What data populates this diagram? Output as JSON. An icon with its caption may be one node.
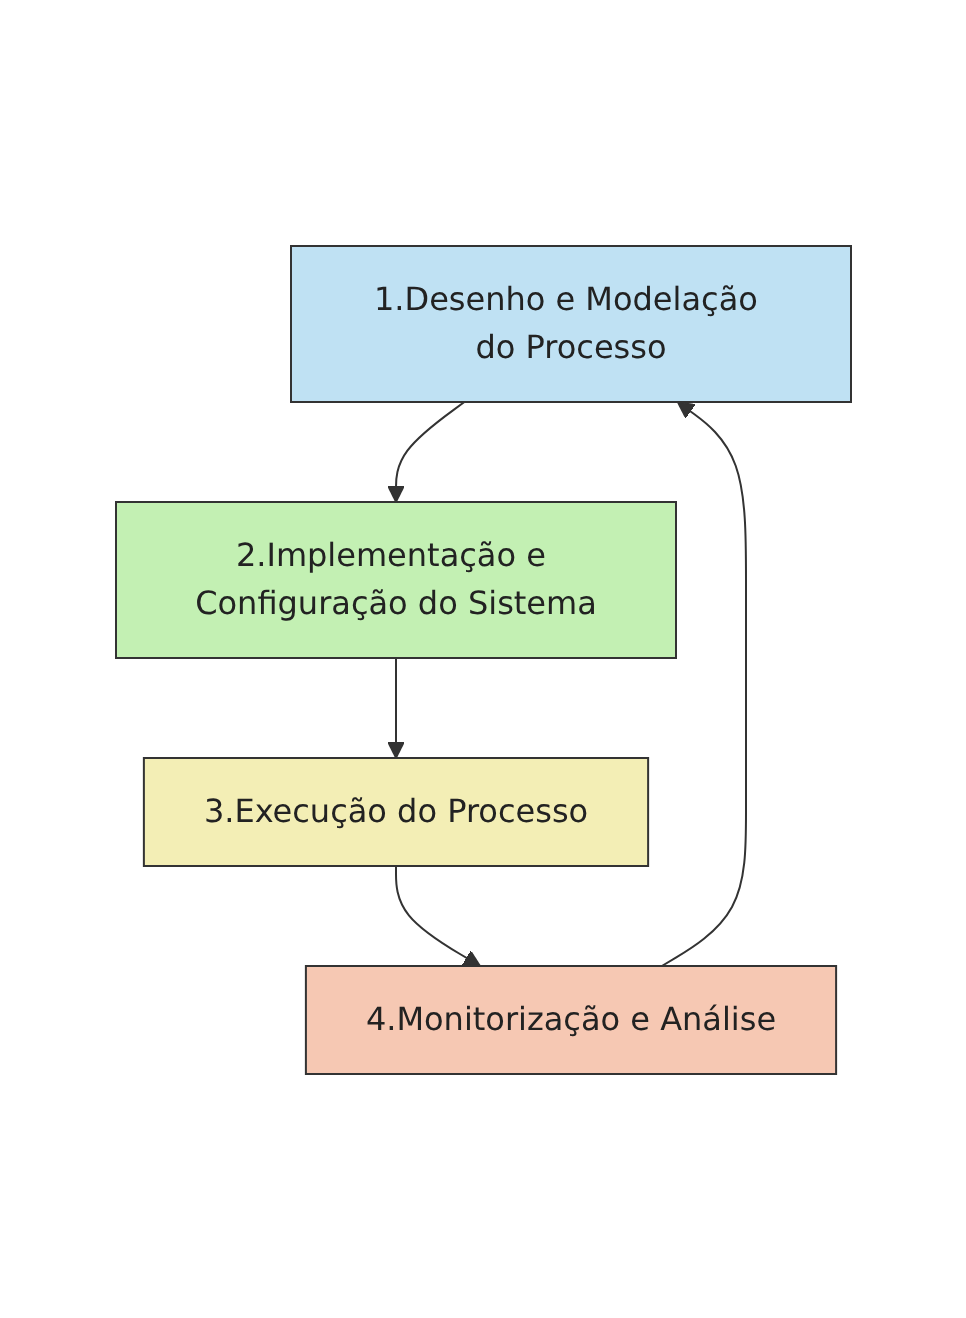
{
  "diagram": {
    "nodes": [
      {
        "text": [
          "1.Desenho e Modelação do Processo"
        ]
      },
      {
        "text": [
          "2.Implementação e Configuração do Sistema"
        ]
      },
      {
        "text": [
          "3.Execução do Processo"
        ]
      },
      {
        "text": [
          "4.Monitorização e Análise"
        ]
      }
    ],
    "edges": [
      {
        "from": 0,
        "to": 1,
        "arrow": "to"
      },
      {
        "from": 1,
        "to": 2,
        "arrow": "to"
      },
      {
        "from": 2,
        "to": 3,
        "arrow": "to"
      },
      {
        "from": 3,
        "to": 0,
        "arrow": "to"
      }
    ]
  }
}
